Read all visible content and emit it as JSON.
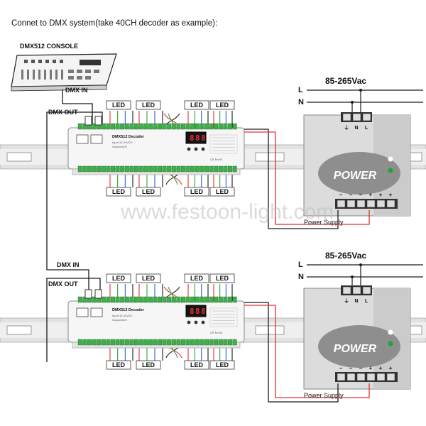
{
  "title": "Connet to DMX system(take 40CH decoder as example):",
  "console": {
    "label": "DMX512 CONSOLE"
  },
  "signals": {
    "dmx_in": "DMX IN",
    "dmx_out": "DMX OUT"
  },
  "decoder": {
    "name": "DMX512 Decoder",
    "display": [
      "8",
      "8",
      "8"
    ],
    "fine_print": [
      "Input:12-24VDC",
      "Output:4CH"
    ],
    "cert": "CE RoHS"
  },
  "led_label": "LED",
  "power": {
    "voltage": "85-265Vac",
    "line_l": "L",
    "line_n": "N",
    "label": "POWER",
    "caption": "Power Supply",
    "input_terms": [
      "⏚",
      "N",
      "L"
    ],
    "output_terms": [
      "−",
      "−",
      "−",
      "+",
      "+",
      "+"
    ]
  },
  "watermark": "www.festoon-light.com",
  "colors": {
    "red": "#e53030",
    "green": "#2aa540",
    "blue": "#2b62d6",
    "black": "#1a1a1a",
    "orange": "#e0902a"
  }
}
